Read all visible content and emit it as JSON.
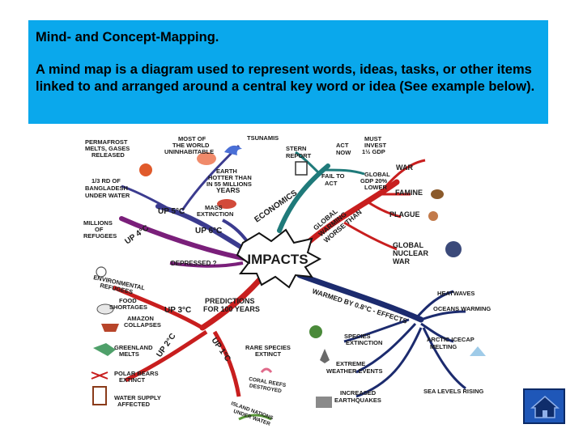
{
  "header": {
    "title": "Mind- and Concept-Mapping.",
    "body": "A mind map is a diagram used to represent words, ideas, tasks, or other items linked to and arranged around a central key word or idea (See example below)."
  },
  "mindmap": {
    "center": "IMPACTS",
    "labels": {
      "permafrost": [
        "PERMAFROST",
        "MELTS, GASES",
        "RELEASED"
      ],
      "uninhabitable": [
        "MOST OF",
        "THE WORLD",
        "UNINHABITABLE"
      ],
      "tsunamis": "TSUNAMIS",
      "bangladesh": [
        "1/3 RD OF",
        "BANGLADESH",
        "UNDER WATER"
      ],
      "earth_hotter": [
        "EARTH",
        "HOTTER THAN",
        "IN 55 MILLIONS",
        "YEARS"
      ],
      "mass_extinction": [
        "MASS",
        "EXTINCTION"
      ],
      "up5": "UP 5°C",
      "up6": "UP 6°C",
      "economics": "ECONOMICS",
      "refugees": [
        "MILLIONS",
        "OF",
        "REFUGEES"
      ],
      "up4": "UP 4°C",
      "depressed": "DEPRESSED ?",
      "stern": [
        "STERN",
        "REPORT"
      ],
      "act_now": [
        "ACT",
        "NOW"
      ],
      "must_invest": [
        "MUST",
        "INVEST",
        "1½ GDP"
      ],
      "fail_to_act": [
        "FAIL TO",
        "ACT"
      ],
      "global_gdp": [
        "GLOBAL",
        "GDP 20%",
        "LOWER"
      ],
      "global_warming": [
        "GLOBAL",
        "WARMING",
        "WORSE THAN"
      ],
      "war": "WAR",
      "famine": "FAMINE",
      "plague": "PLAGUE",
      "nuclear_war": [
        "GLOBAL",
        "NUCLEAR",
        "WAR"
      ],
      "env_refugees": [
        "ENVIRONMENTAL",
        "REFUGEES"
      ],
      "food": [
        "FOOD",
        "SHORTAGES"
      ],
      "up3": "UP 3°C",
      "amazon": [
        "AMAZON",
        "COLLAPSES"
      ],
      "predictions": [
        "PREDICTIONS",
        "FOR 100 YEARS"
      ],
      "greenland": [
        "GREENLAND",
        "MELTS"
      ],
      "up2": "UP 2°C",
      "up1": "UP 1°C",
      "rare_species": [
        "RARE SPECIES",
        "EXTINCT"
      ],
      "polar_bears": [
        "POLAR BEARS",
        "EXTINCT"
      ],
      "coral": [
        "CORAL REEFS",
        "DESTROYED"
      ],
      "water_supply": [
        "WATER SUPPLY",
        "AFFECTED"
      ],
      "island_nations": [
        "ISLAND NATIONS",
        "UNDER WATER"
      ],
      "warmed": "WARMED BY 0.8°C - EFFECTS",
      "heatwaves": "HEATWAVES",
      "oceans": "OCEANS WARMING",
      "arctic": [
        "ARCTIC ICECAP",
        "MELTING"
      ],
      "species_ext": [
        "SPECIES",
        "EXTINCTION"
      ],
      "extreme_weather": [
        "EXTREME",
        "WEATHER EVENTS"
      ],
      "earthquakes": [
        "INCREASED",
        "EARTHQUAKES"
      ],
      "sea_levels": "SEA LEVELS RISING"
    }
  },
  "nav": {
    "home_icon": "home-icon"
  }
}
